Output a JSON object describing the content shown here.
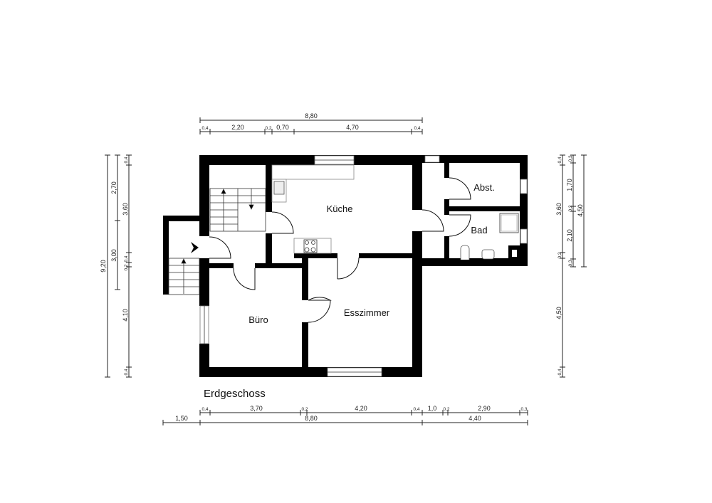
{
  "title": "Erdgeschoss",
  "rooms": {
    "kitchen": "Küche",
    "storage": "Abst.",
    "bath": "Bad",
    "office": "Büro",
    "dining": "Esszimmer"
  },
  "dims": {
    "top_total": "8,80",
    "top_parts": [
      "0,4",
      "2,20",
      "0,2",
      "0,70",
      "4,70",
      "0,4"
    ],
    "bottom_parts": [
      "0,4",
      "3,70",
      "0,2",
      "4,20",
      "0,4",
      "1,0",
      "0,2",
      "2,90",
      "0,3"
    ],
    "bottom_totals": [
      "1,50",
      "8,80",
      "4,40"
    ],
    "left_total": "9,20",
    "left_mid": [
      "2,70",
      "3,00"
    ],
    "left_parts": [
      "0,4",
      "3,60",
      "0,2",
      "0,4",
      "4,10",
      "0,4"
    ],
    "right_parts": [
      "0,4",
      "3,60",
      "0,2",
      "4,50",
      "0,4"
    ],
    "right_mid": [
      "0,3",
      "1,70",
      "0,2",
      "2,10",
      "0,3"
    ],
    "right_total": "4,50"
  }
}
